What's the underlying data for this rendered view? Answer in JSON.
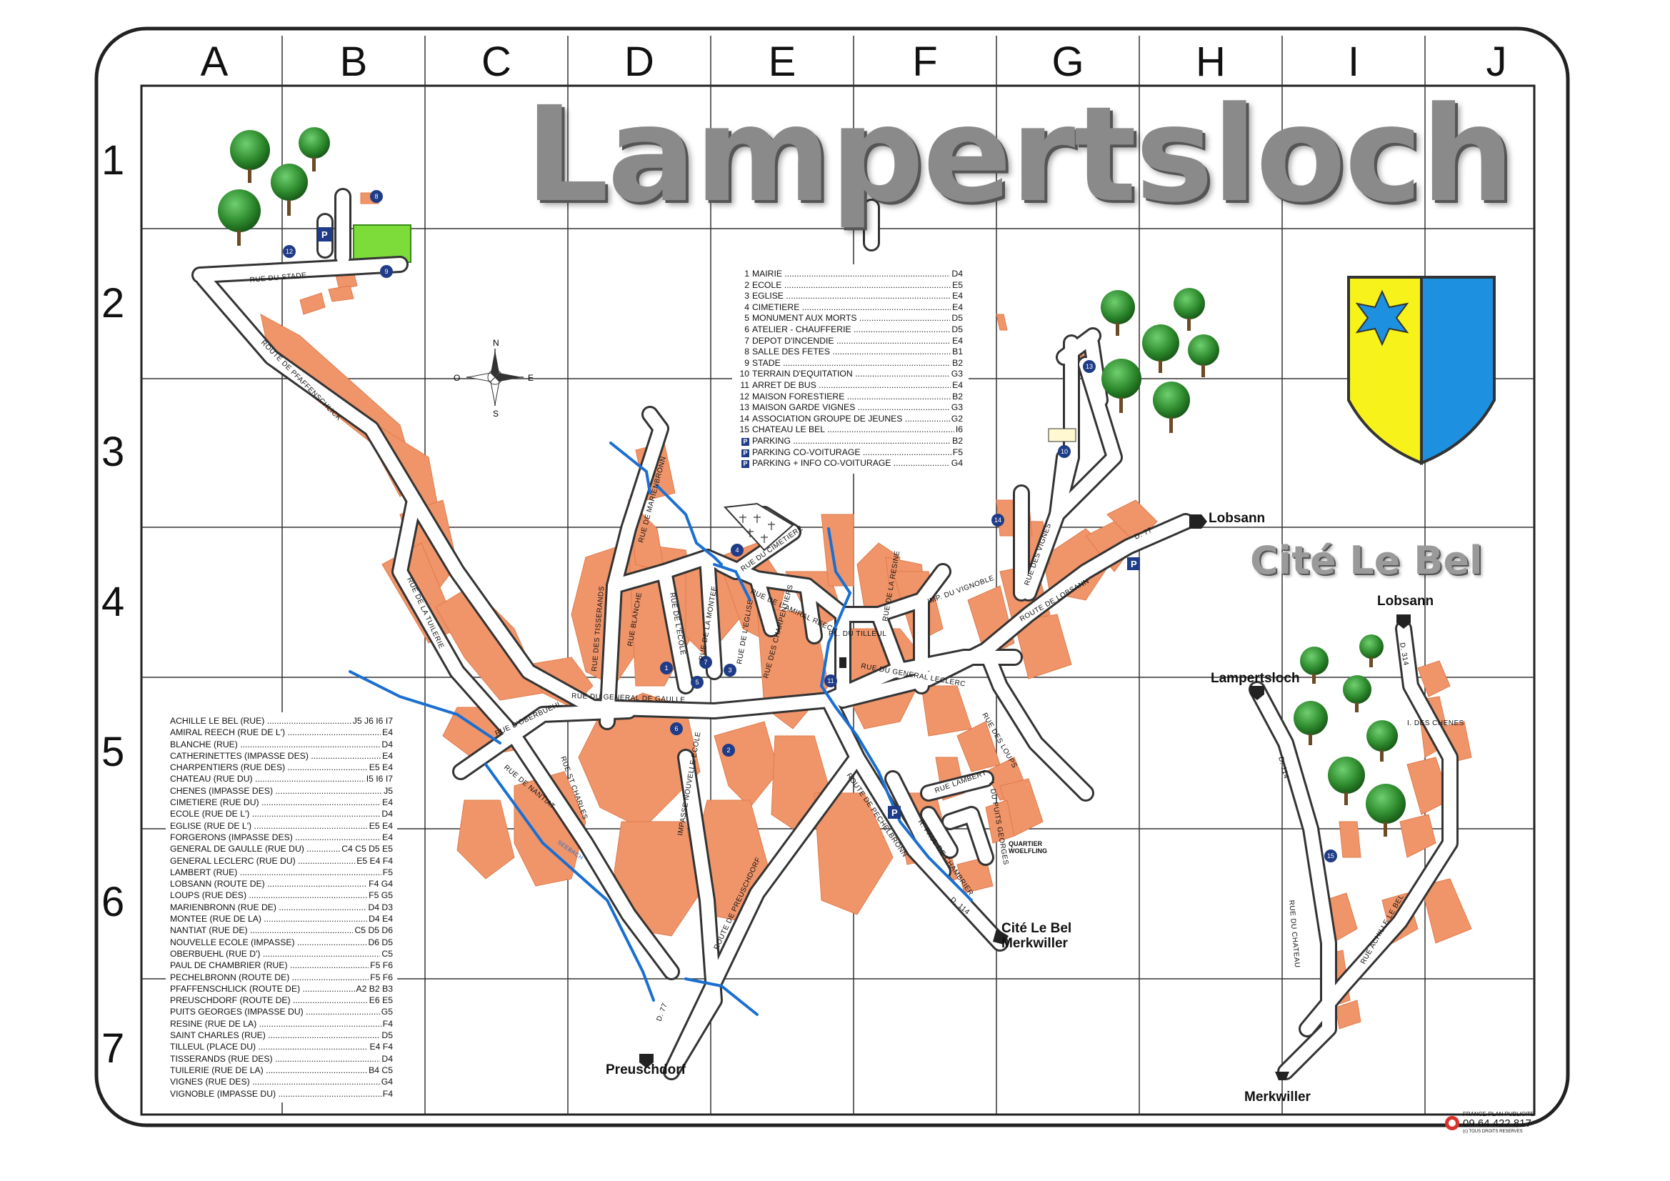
{
  "map": {
    "title": "Lampertsloch",
    "subtitle": "Cité Le Bel",
    "grid_columns": [
      "A",
      "B",
      "C",
      "D",
      "E",
      "F",
      "G",
      "H",
      "I",
      "J"
    ],
    "grid_rows": [
      "1",
      "2",
      "3",
      "4",
      "5",
      "6",
      "7"
    ],
    "compass": {
      "n": "N",
      "s": "S",
      "e": "E",
      "o": "O"
    },
    "colors": {
      "buildings": "#f0956a",
      "roads": "#ffffff",
      "road_outline": "#333333",
      "rivers": "#1a6fd1",
      "trees": "#2e8b2e",
      "stade": "#7ddc3a",
      "parking": "#1f3c88",
      "coat_yellow": "#f7f21a",
      "coat_blue": "#1e90e0",
      "coat_star": "#1e90e0",
      "title_gray": "#8a8a8a"
    }
  },
  "places": {
    "lobsann_1": "Lobsann",
    "lobsann_2": "Lobsann",
    "lampertsloch": "Lampertsloch",
    "cite_merkwiller": "Cité Le Bel\nMerkwiller",
    "preuschdorf": "Preuschdorf",
    "merkwiller": "Merkwiller",
    "quartier": "QUARTIER\nWOELFLING"
  },
  "streets": {
    "rue_du_stade": "RUE DU STADE",
    "route_pfaffenschlick": "ROUTE DE PFAFFENSCHLICK",
    "rue_de_la_tuilerie": "RUE DE LA TUILERIE",
    "rue_du_general": "RUE DU GENERAL DE GAULLE",
    "rue_oberbuehl": "RUE D'OBERBUEHL",
    "rue_nantiat": "RUE DE NANTIAT",
    "rue_st_charles": "RUE ST CHARLES",
    "impasse_ecole": "IMPASSE NOUVELLE ECOLE",
    "route_preuschdorf": "ROUTE DE PREUSCHDORF",
    "route_pechelbronn": "ROUTE DE PECHELBRONN",
    "rue_tisserands": "RUE DES TISSERANDS",
    "rue_blanche": "RUE BLANCHE",
    "rue_marienbronn": "RUE DE MARIENBRONN",
    "rue_ecole": "RUE DE L'ECOLE",
    "rue_montee": "RUE DE LA MONTEE",
    "rue_eglise": "RUE DE L'EGLISE",
    "rue_amiral": "RUE DE L'AMIRAL REECH",
    "rue_cimetiere": "RUE DU CIMETIERE",
    "rue_charpentiers": "RUE DES CHARPENTIERS",
    "pl_tilleul": "PL. DU TILLEUL",
    "rue_resine": "RUE DE LA RESINE",
    "rue_general_leclerc": "RUE DU GENERAL LECLERC",
    "route_lobsann": "ROUTE DE LOBSANN",
    "imp_vignoble": "IMP. DU VIGNOBLE",
    "rue_vignes": "RUE DES VIGNES",
    "rue_loups": "RUE DES LOUPS",
    "rue_lambert": "RUE LAMBERT",
    "imp_puits": "I. DU PUITS GEORGES",
    "r_paul": "R. PAUL DE CHAMBRIER",
    "d77_1": "D. 77",
    "d77_2": "D. 77",
    "d114_1": "D. 114",
    "d114_2": "D. 114",
    "d314": "D. 314",
    "rue_chateau": "RUE DU CHATEAU",
    "rue_achille": "RUE ACHILLE LE BEL",
    "i_chenes": "I. DES CHENES",
    "moselle": "SEEBACH"
  },
  "legend": [
    {
      "num": "1",
      "name": "MAIRIE",
      "grid": "D4"
    },
    {
      "num": "2",
      "name": "ECOLE",
      "grid": "E5"
    },
    {
      "num": "3",
      "name": "EGLISE",
      "grid": "E4"
    },
    {
      "num": "4",
      "name": "CIMETIERE",
      "grid": "E4"
    },
    {
      "num": "5",
      "name": "MONUMENT AUX MORTS",
      "grid": "D5"
    },
    {
      "num": "6",
      "name": "ATELIER - CHAUFFERIE",
      "grid": "D5"
    },
    {
      "num": "7",
      "name": "DEPOT D'INCENDIE",
      "grid": "E4"
    },
    {
      "num": "8",
      "name": "SALLE DES FETES",
      "grid": "B1"
    },
    {
      "num": "9",
      "name": "STADE",
      "grid": "B2"
    },
    {
      "num": "10",
      "name": "TERRAIN D'EQUITATION",
      "grid": "G3"
    },
    {
      "num": "11",
      "name": "ARRET DE BUS",
      "grid": "E4"
    },
    {
      "num": "12",
      "name": "MAISON FORESTIERE",
      "grid": "B2"
    },
    {
      "num": "13",
      "name": "MAISON GARDE VIGNES",
      "grid": "G3"
    },
    {
      "num": "14",
      "name": "ASSOCIATION GROUPE DE JEUNES",
      "grid": "G2"
    },
    {
      "num": "15",
      "name": "CHATEAU LE BEL",
      "grid": "I6"
    },
    {
      "num": "P",
      "name": "PARKING",
      "grid": "B2"
    },
    {
      "num": "P",
      "name": "PARKING CO-VOITURAGE",
      "grid": "F5"
    },
    {
      "num": "P",
      "name": "PARKING + INFO CO-VOITURAGE",
      "grid": "G4"
    }
  ],
  "street_index": [
    {
      "name": "ACHILLE LE BEL (RUE)",
      "grid": "J5 J6 I6 I7"
    },
    {
      "name": "AMIRAL REECH (RUE DE L')",
      "grid": "E4"
    },
    {
      "name": "BLANCHE (RUE)",
      "grid": "D4"
    },
    {
      "name": "CATHERINETTES (IMPASSE DES)",
      "grid": "E4"
    },
    {
      "name": "CHARPENTIERS (RUE DES)",
      "grid": "E5 E4"
    },
    {
      "name": "CHATEAU (RUE DU)",
      "grid": "I5 I6 I7"
    },
    {
      "name": "CHENES (IMPASSE DES)",
      "grid": "J5"
    },
    {
      "name": "CIMETIERE (RUE DU)",
      "grid": "E4"
    },
    {
      "name": "ECOLE (RUE DE L')",
      "grid": "D4"
    },
    {
      "name": "EGLISE (RUE DE L')",
      "grid": "E5 E4"
    },
    {
      "name": "FORGERONS (IMPASSE DES)",
      "grid": "E4"
    },
    {
      "name": "GENERAL DE GAULLE (RUE DU)",
      "grid": "C4 C5 D5 E5"
    },
    {
      "name": "GENERAL LECLERC (RUE DU)",
      "grid": "E5 E4 F4"
    },
    {
      "name": "LAMBERT (RUE)",
      "grid": "F5"
    },
    {
      "name": "LOBSANN (ROUTE DE)",
      "grid": "F4 G4"
    },
    {
      "name": "LOUPS (RUE DES)",
      "grid": "F5 G5"
    },
    {
      "name": "MARIENBRONN (RUE DE)",
      "grid": "D4 D3"
    },
    {
      "name": "MONTEE (RUE DE LA)",
      "grid": "D4 E4"
    },
    {
      "name": "NANTIAT (RUE DE)",
      "grid": "C5 D5 D6"
    },
    {
      "name": "NOUVELLE ECOLE (IMPASSE)",
      "grid": "D6 D5"
    },
    {
      "name": "OBERBUEHL (RUE D')",
      "grid": "C5"
    },
    {
      "name": "PAUL DE CHAMBRIER (RUE)",
      "grid": "F5 F6"
    },
    {
      "name": "PECHELBRONN (ROUTE DE)",
      "grid": "F5 F6"
    },
    {
      "name": "PFAFFENSCHLICK (ROUTE DE)",
      "grid": "A2 B2 B3"
    },
    {
      "name": "PREUSCHDORF (ROUTE DE)",
      "grid": "E6 E5"
    },
    {
      "name": "PUITS GEORGES (IMPASSE DU)",
      "grid": "G5"
    },
    {
      "name": "RESINE (RUE DE LA)",
      "grid": "F4"
    },
    {
      "name": "SAINT CHARLES (RUE)",
      "grid": "D5"
    },
    {
      "name": "TILLEUL (PLACE DU)",
      "grid": "E4 F4"
    },
    {
      "name": "TISSERANDS (RUE DES)",
      "grid": "D4"
    },
    {
      "name": "TUILERIE (RUE DE LA)",
      "grid": "B4 C5"
    },
    {
      "name": "VIGNES (RUE DES)",
      "grid": "G4"
    },
    {
      "name": "VIGNOBLE (IMPASSE DU)",
      "grid": "F4"
    }
  ],
  "footer": {
    "publisher": "FRANCE-PLAN PUBLICITE",
    "phone": "09 64 422 817",
    "rights": "(c) TOUS DROITS RESERVES"
  }
}
